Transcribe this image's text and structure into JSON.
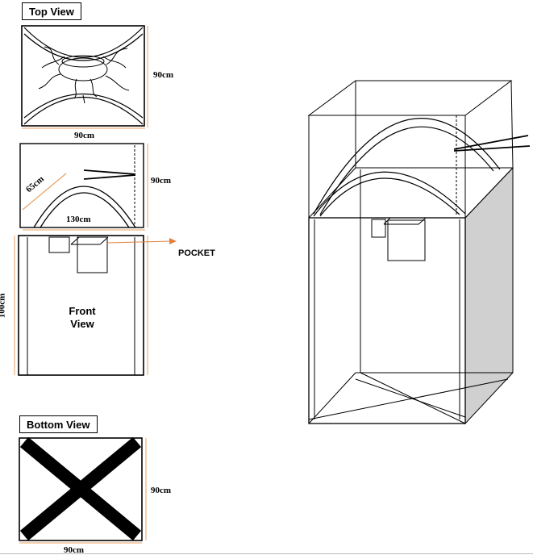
{
  "top_view": {
    "title": "Top View",
    "width": "90cm",
    "depth": "90cm"
  },
  "side_view": {
    "height": "90cm",
    "diagonal": "65cm",
    "arc_width": "130cm"
  },
  "front_view": {
    "title_line1": "Front",
    "title_line2": "View",
    "height": "100cm",
    "pocket": "POCKET"
  },
  "bottom_view": {
    "title": "Bottom View",
    "height": "90cm",
    "width": "90cm"
  },
  "colors": {
    "outline": "#000000",
    "guide": "#e8a060",
    "pocket_arrow": "#e08040",
    "shade": "#d0d0d0"
  }
}
